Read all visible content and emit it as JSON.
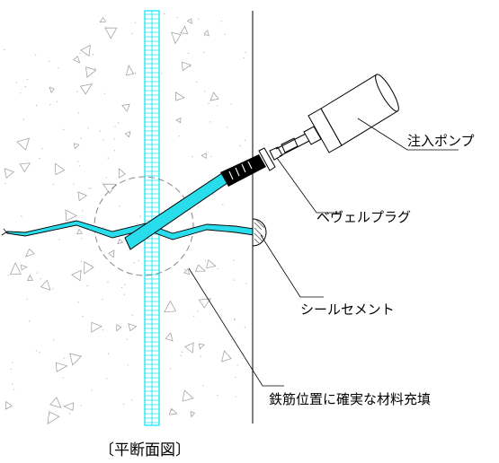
{
  "labels": {
    "pump": "注入ポンプ",
    "plug": "ベヴェルプラグ",
    "seal": "シールセメント",
    "fill": "鉄筋位置に確実な材料充填",
    "caption": "〔平断面図〕"
  },
  "colors": {
    "rebar": "#00e5f5",
    "crack": "#29dcec",
    "line": "#000000",
    "aggregate": "#9a9a9a",
    "seal_hatch": "#555555"
  },
  "icons": [
    "injection-pump-icon",
    "bevel-plug-icon",
    "seal-cement-icon",
    "rebar-icon",
    "crack-icon"
  ]
}
